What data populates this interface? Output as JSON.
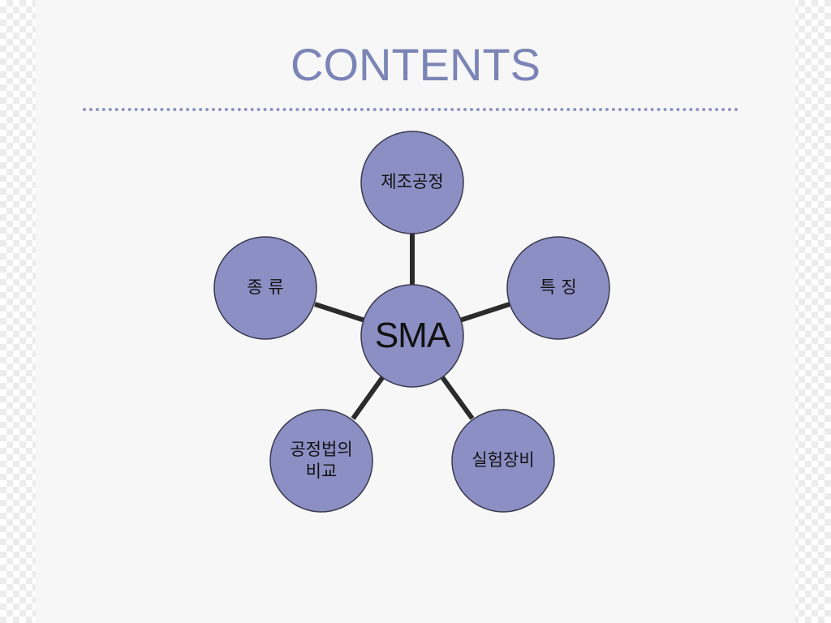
{
  "title": "CONTENTS",
  "colors": {
    "node_fill": "#8b8fc4",
    "node_stroke": "#3a3a50",
    "connector": "#2b2b2b",
    "title": "#7b84b6",
    "divider": "#8e94c4"
  },
  "diagram": {
    "center": "SMA",
    "topics": {
      "top": "제조공정",
      "right": "특 징",
      "bottom_right": "실험장비",
      "bottom_left": "공정법의\n비교",
      "left": "종 류"
    }
  }
}
